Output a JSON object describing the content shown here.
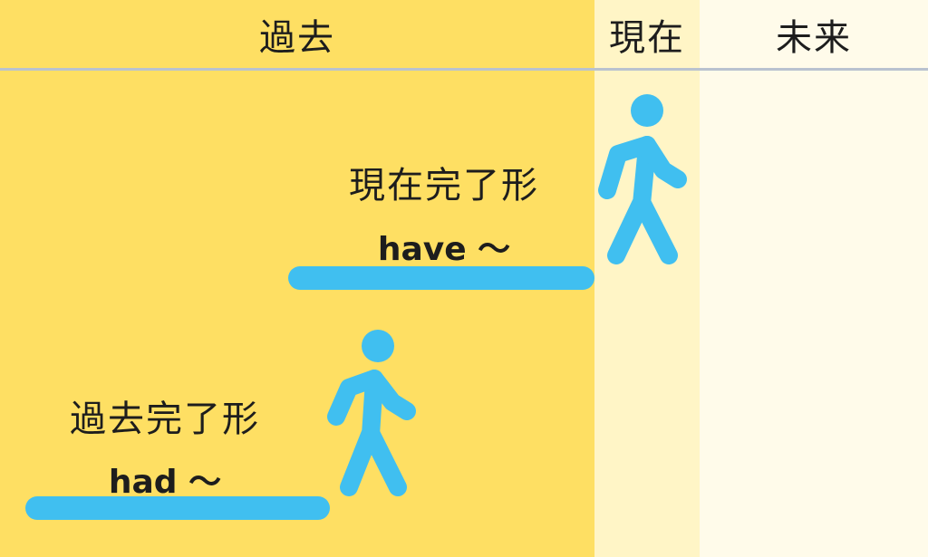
{
  "columns": {
    "past": "過去",
    "present": "現在",
    "future": "未来"
  },
  "present_perfect": {
    "title": "現在完了形",
    "form": "have ～"
  },
  "past_perfect": {
    "title": "過去完了形",
    "form": "had ～"
  },
  "colors": {
    "past_bg": "#fedf63",
    "present_bg": "#fff5c6",
    "future_bg": "#fffbea",
    "accent": "#40bff0",
    "divider": "#b9c2cf"
  },
  "icons": [
    "walking-person-icon",
    "walking-person-icon"
  ]
}
